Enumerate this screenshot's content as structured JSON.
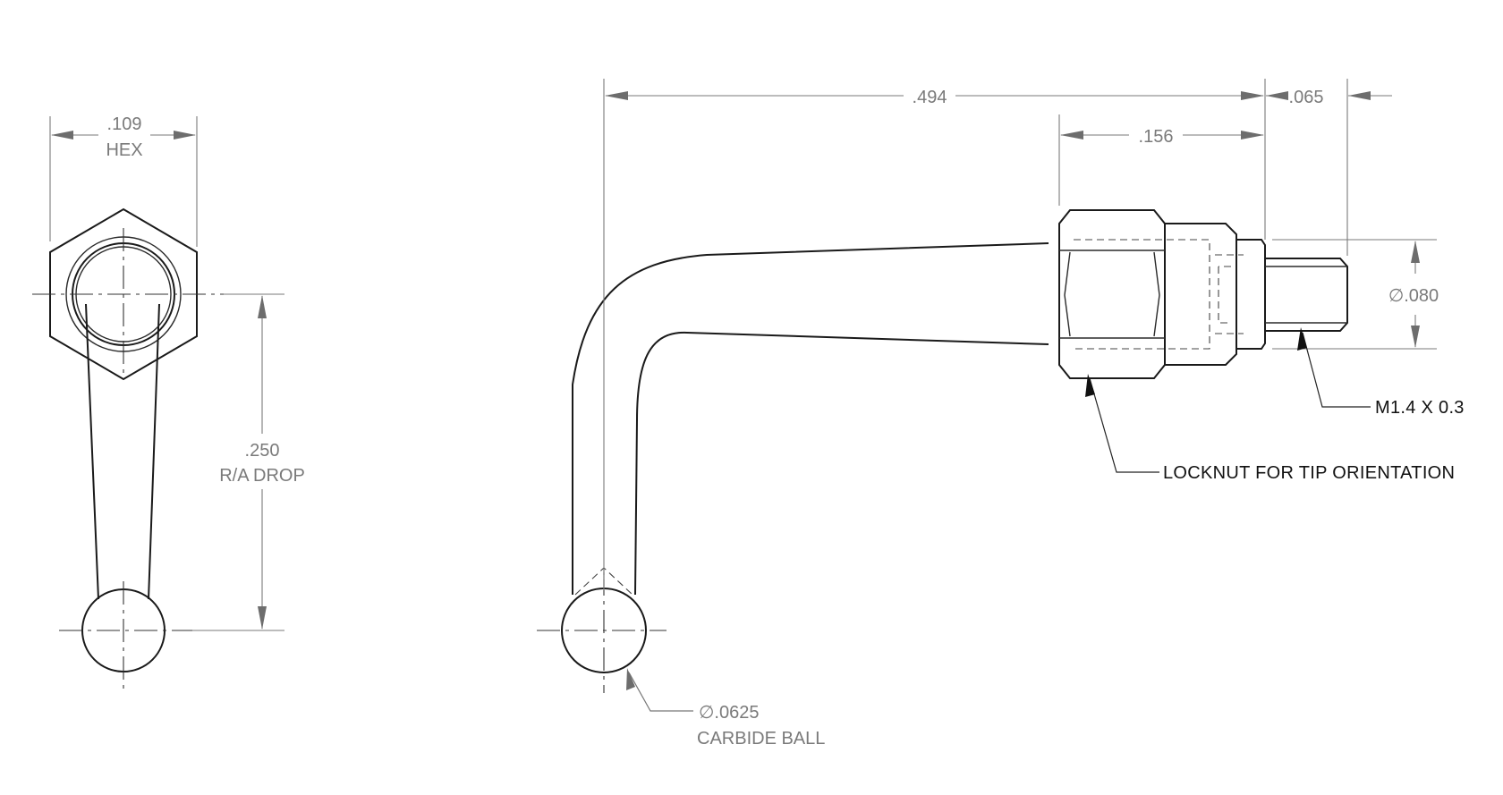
{
  "side_view": {
    "hex_width_value": ".109",
    "hex_width_label": "HEX",
    "drop_value": ".250",
    "drop_label": "R/A DROP"
  },
  "front_view": {
    "overall_length": ".494",
    "locknut_length": ".156",
    "thread_length": ".065",
    "thread_diameter_symbol": "∅",
    "thread_diameter": ".080",
    "ball_diameter_symbol": "∅",
    "ball_diameter": ".0625",
    "ball_label": "CARBIDE BALL"
  },
  "notes": {
    "thread_spec": "M1.4 X 0.3",
    "locknut_note": "LOCKNUT FOR TIP ORIENTATION"
  }
}
